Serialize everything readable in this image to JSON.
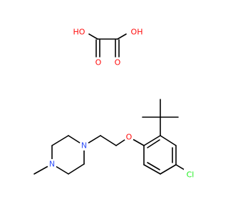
{
  "colors": {
    "bond": "#000000",
    "oxygen": "#ff0d0d",
    "nitrogen": "#3050f8",
    "chlorine": "#1ff01f",
    "background": "#ffffff"
  },
  "atoms": {
    "ho_left": "HO",
    "o_left": "O",
    "o_right": "O",
    "oh_right": "OH",
    "n_top": "N",
    "n_bottom": "N",
    "o_ether": "O",
    "cl": "Cl"
  }
}
